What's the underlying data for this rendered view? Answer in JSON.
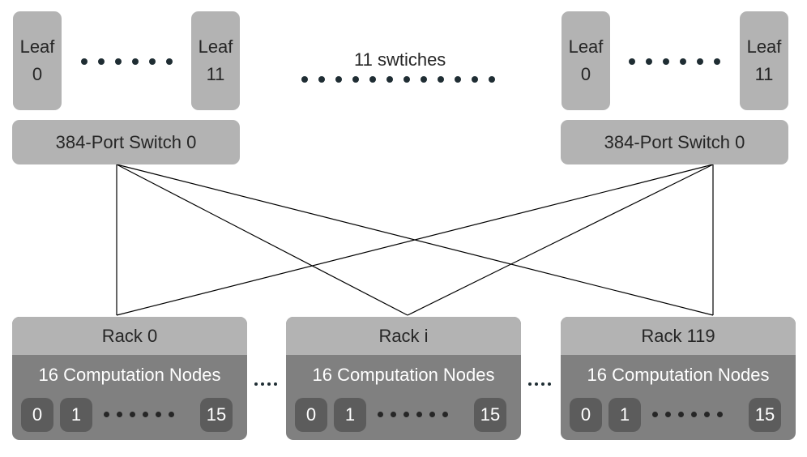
{
  "left_group": {
    "leaf_first": {
      "word": "Leaf",
      "num": "0"
    },
    "leaf_last": {
      "word": "Leaf",
      "num": "11"
    },
    "switch_label": "384-Port Switch 0"
  },
  "right_group": {
    "leaf_first": {
      "word": "Leaf",
      "num": "0"
    },
    "leaf_last": {
      "word": "Leaf",
      "num": "11"
    },
    "switch_label": "384-Port Switch 0"
  },
  "middle_caption": "11 swtiches",
  "racks": [
    {
      "title": "Rack 0",
      "subtitle": "16 Computation Nodes",
      "nodes": [
        "0",
        "1",
        "15"
      ]
    },
    {
      "title": "Rack i",
      "subtitle": "16 Computation Nodes",
      "nodes": [
        "0",
        "1",
        "15"
      ]
    },
    {
      "title": "Rack 119",
      "subtitle": "16 Computation Nodes",
      "nodes": [
        "0",
        "1",
        "15"
      ]
    }
  ],
  "colors": {
    "box_light": "#b3b3b3",
    "box_dark": "#808080",
    "node_fill": "#5c5c5c",
    "dot": "#1f2d33"
  }
}
